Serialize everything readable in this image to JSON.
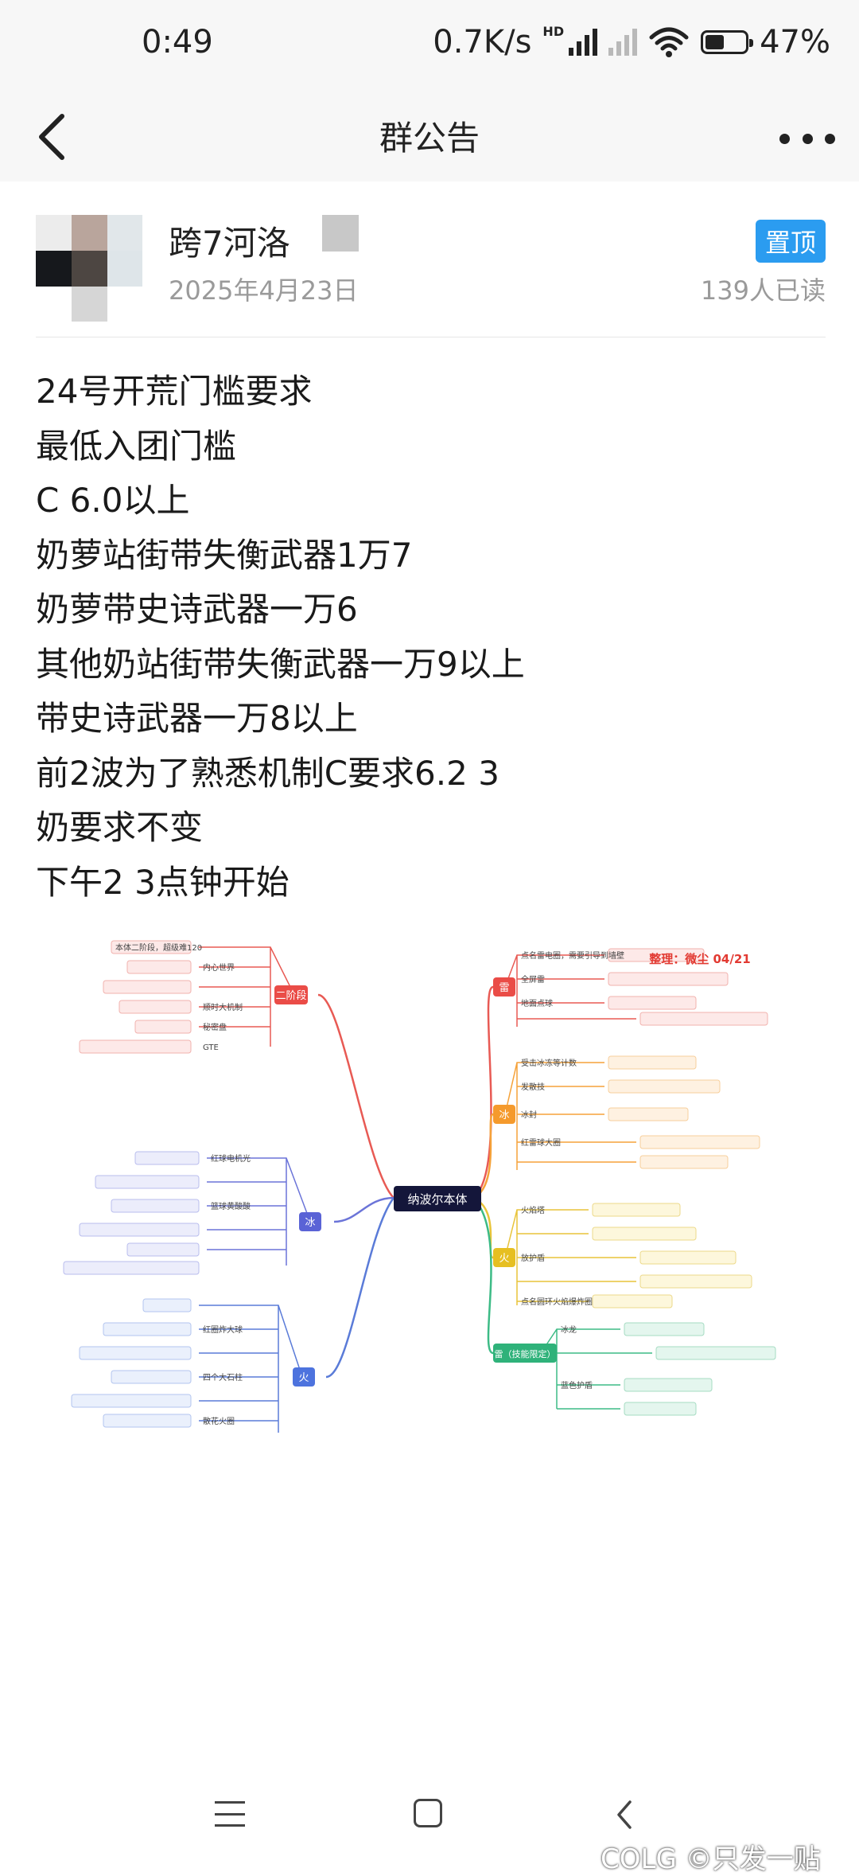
{
  "status_bar": {
    "time": "0:49",
    "net_speed": "0.7K/s",
    "hd_label": "HD",
    "battery_pct": "47%",
    "battery_level": 0.47
  },
  "nav": {
    "title": "群公告"
  },
  "post": {
    "author": "跨7河洛",
    "date": "2025年4月23日",
    "pin_label": "置顶",
    "read_count": "139人已读",
    "lines": [
      "24号开荒门槛要求",
      "最低入团门槛",
      "C 6.0以上",
      "奶萝站街带失衡武器1万7",
      "奶萝带史诗武器一万6",
      "其他奶站街带失衡武器一万9以上",
      "带史诗武器一万8以上",
      "前2波为了熟悉机制C要求6.2 3",
      "奶要求不变",
      "下午2 3点钟开始"
    ]
  },
  "mindmap": {
    "center": "纳波尔本体",
    "organizer": "整理：微尘  04/21",
    "branches": {
      "phase2": "二阶段",
      "ice_left": "冰",
      "fire_left": "火",
      "thunder": "雷",
      "ice_right": "冰",
      "fire_right": "火",
      "wind": "雷（技能限定）"
    },
    "leaves": {
      "l1": "本体二阶段，超级难120",
      "l2": "内心世界",
      "l3": "顺时大机制",
      "l4": "秘密盘",
      "l5": "GTE",
      "l6": "红球电机光",
      "l7": "篮球黄酸酸",
      "l8": "红圈炸大球",
      "l9": "四个大石柱",
      "l10": "散花火圈",
      "r1": "点名雷电圈，需要引导到墙壁",
      "r2": "全屏雷",
      "r3": "地面点球",
      "r4": "受击冰冻等计数",
      "r5": "发散技",
      "r6": "冰封",
      "r7": "红雷球大圈",
      "r8": "火焰塔",
      "r9": "放护盾",
      "r10": "点名圆环火焰爆炸圈",
      "r11": "冰龙",
      "r12": "蓝色护盾"
    }
  },
  "watermark": "©只发一贴",
  "watermark_brand": "COLG"
}
